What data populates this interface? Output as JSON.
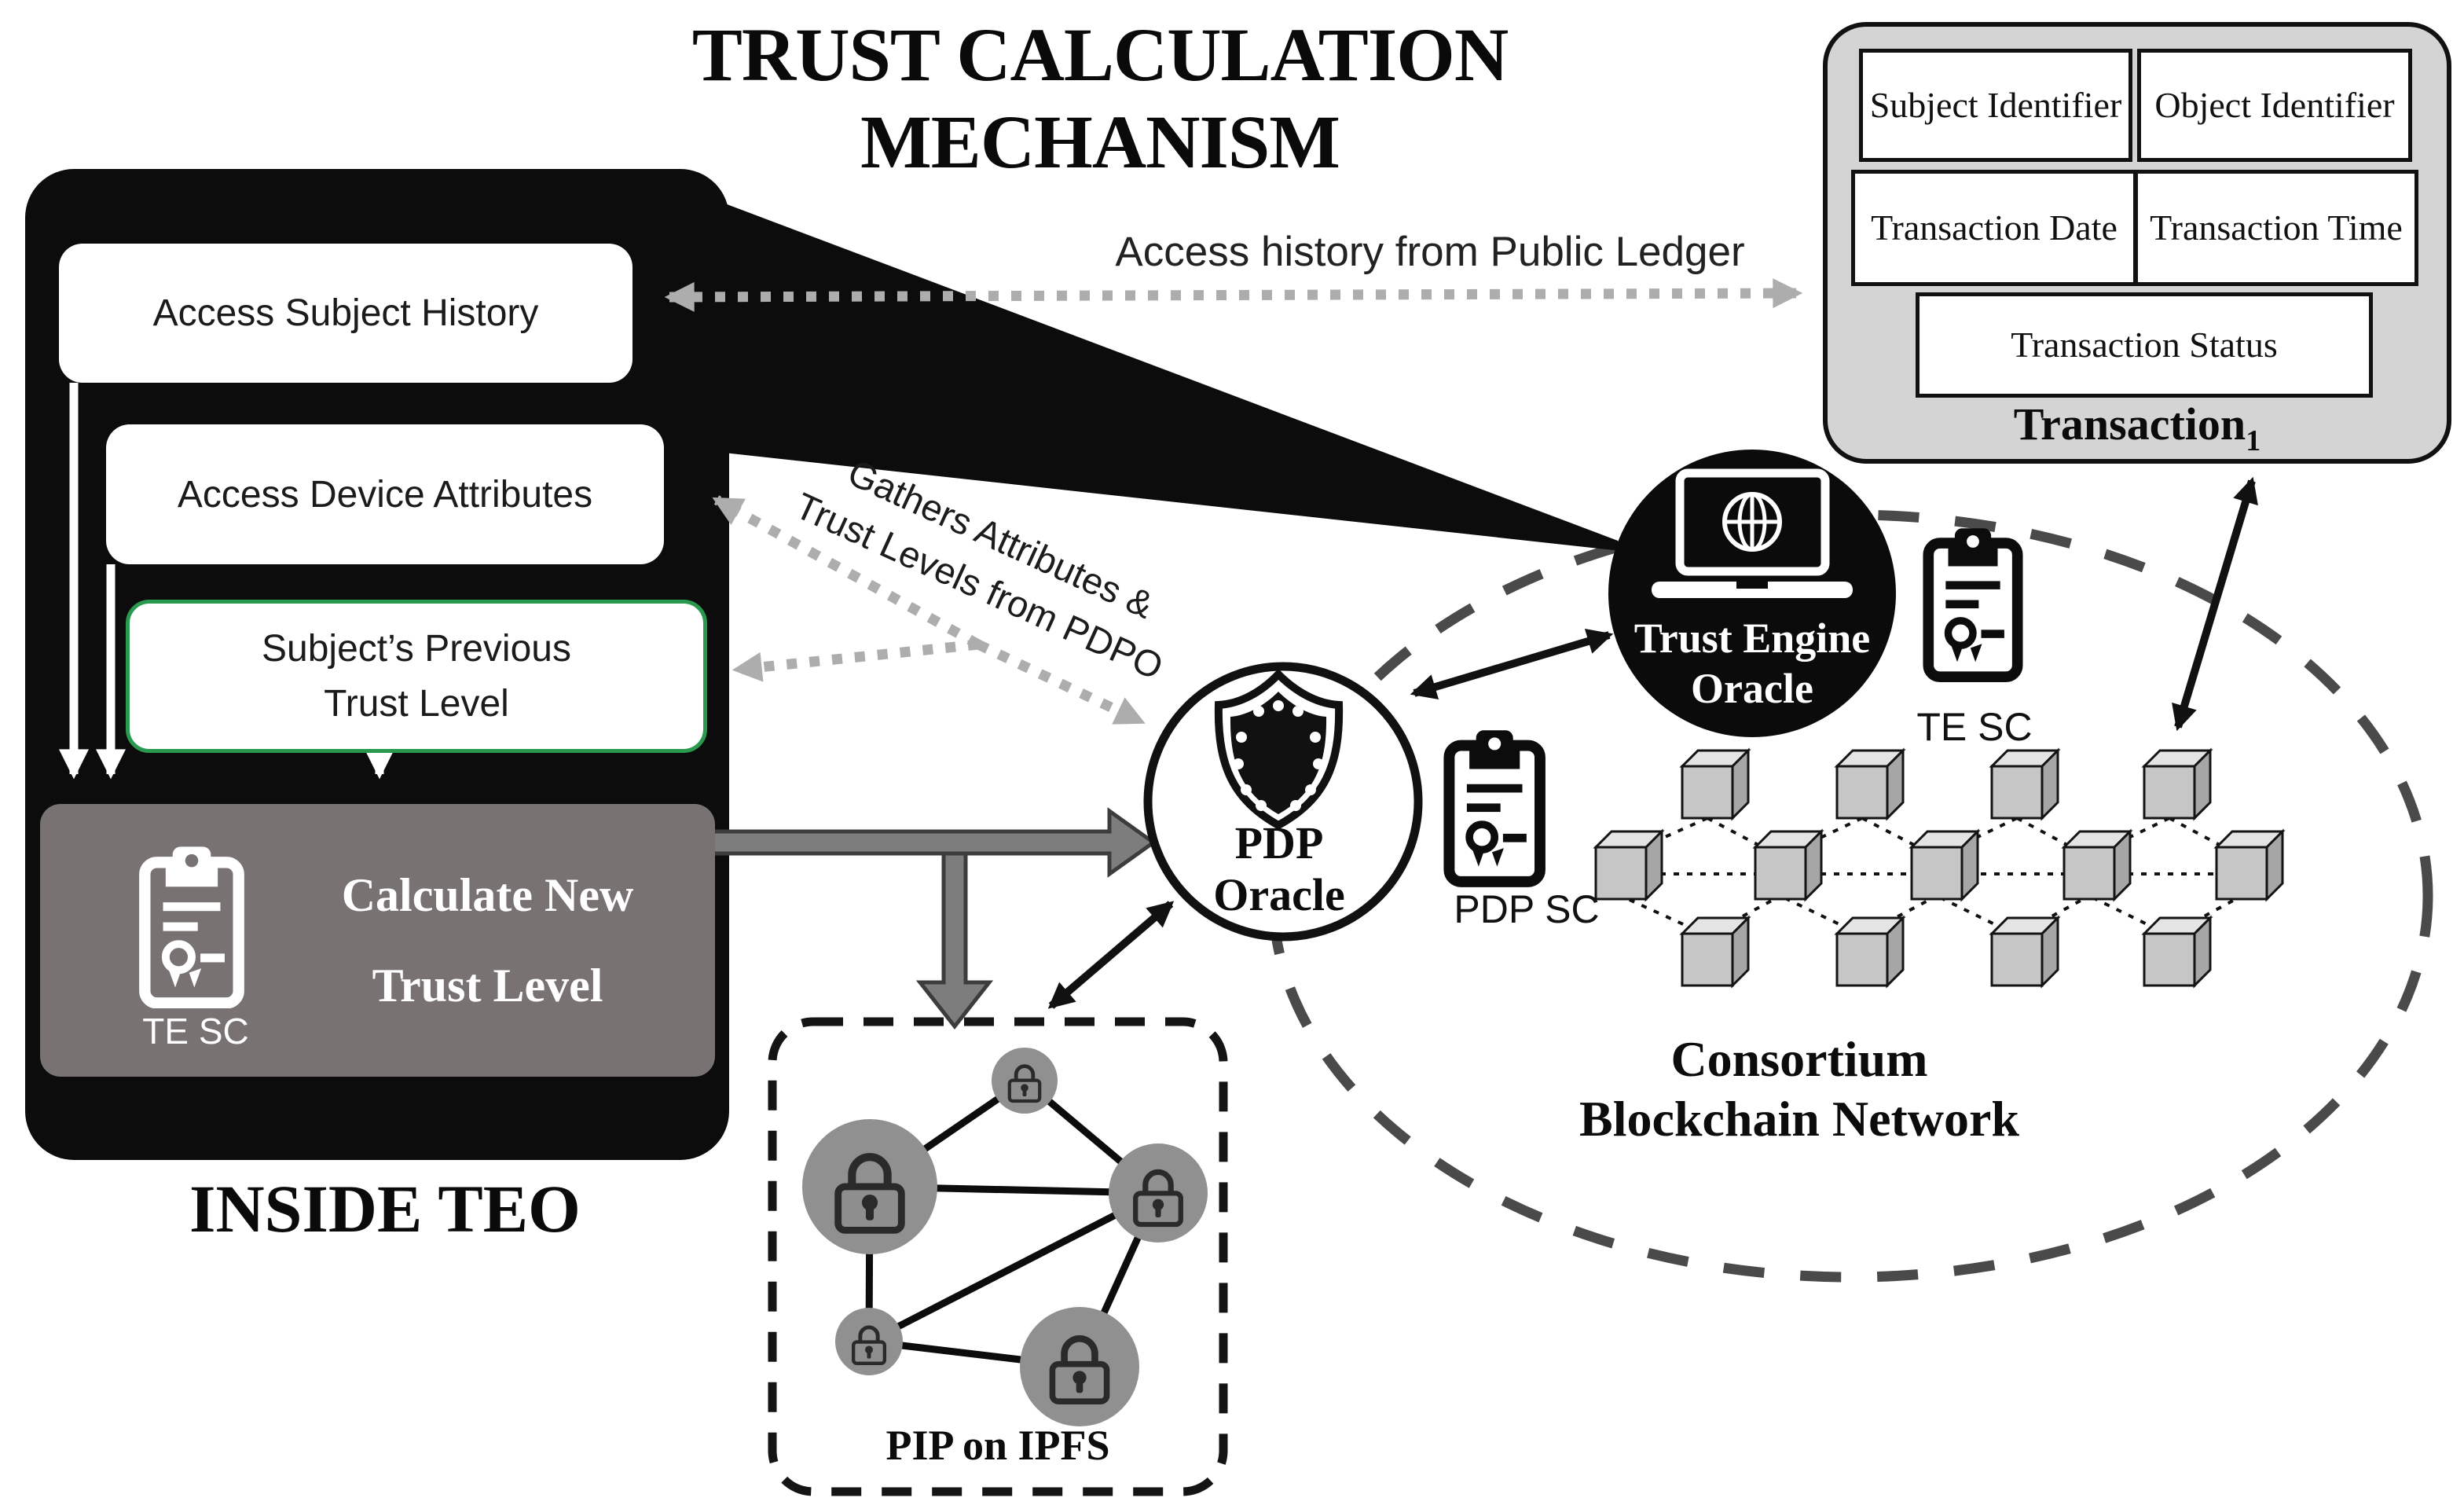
{
  "title": "TRUST CALCULATION MECHANISM",
  "teo": {
    "caption": "INSIDE TEO",
    "box1": "Access Subject History",
    "box2": "Access Device Attributes",
    "box3": "Subject’s Previous Trust Level",
    "calc_line1": "Calculate New",
    "calc_line2": "Trust Level",
    "te_sc_label": "TE SC"
  },
  "arrows": {
    "access_history": "Access history from Public Ledger",
    "gathers_line1": "Gathers Attributes &",
    "gathers_line2": "Trust Levels from PDPO"
  },
  "pdp": {
    "name_line1": "PDP",
    "name_line2": "Oracle",
    "sc_label": "PDP SC"
  },
  "trust_engine": {
    "name_line1": "Trust Engine",
    "name_line2": "Oracle",
    "sc_label": "TE SC"
  },
  "blockchain": {
    "line1": "Consortium",
    "line2": "Blockchain Network"
  },
  "pip": {
    "caption": "PIP on IPFS"
  },
  "transaction": {
    "caption": "Transaction",
    "caption_subscript": "1",
    "fields": [
      "Subject Identifier",
      "Object Identifier",
      "Transaction Date",
      "Transaction Time",
      "Transaction Status"
    ]
  },
  "colors": {
    "accent_green": "#28994f",
    "panel_black": "#0c0c0c",
    "calc_gray": "#787272",
    "transaction_gray": "#d4d4d4",
    "dotted_arrow_gray": "#adadad",
    "node_gray": "#909090",
    "cube_gray": "#c6c6c6"
  }
}
